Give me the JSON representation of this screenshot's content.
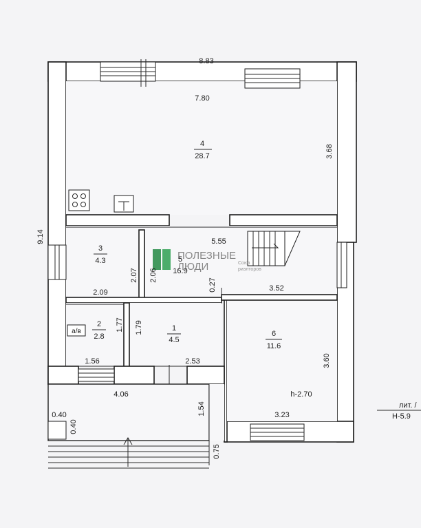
{
  "overall": {
    "width_top": "8.83",
    "height_left": "9.14"
  },
  "rooms": [
    {
      "id": "4",
      "area": "28.7"
    },
    {
      "id": "3",
      "area": "4.3"
    },
    {
      "id": "5",
      "area": "16.9"
    },
    {
      "id": "2",
      "area": "2.8"
    },
    {
      "id": "1",
      "area": "4.5"
    },
    {
      "id": "6",
      "area": "11.6"
    }
  ],
  "dims": {
    "d780": "7.80",
    "d368": "3.68",
    "d555": "5.55",
    "d207": "2.07",
    "d206": "2.06",
    "d209": "2.09",
    "d027": "0.27",
    "d352": "3.52",
    "d177": "1.77",
    "d179": "1.79",
    "d156": "1.56",
    "d253": "2.53",
    "d360": "3.60",
    "d406": "4.06",
    "d154": "1.54",
    "d040a": "0.40",
    "d040b": "0.40",
    "d075": "0.75",
    "d323": "3.23",
    "height": "h-2.70"
  },
  "labels": {
    "bath": "а/в",
    "lit": "лит. /",
    "h_total": "Н-5.9"
  },
  "watermark": {
    "line1": "ПОЛЕЗНЫЕ",
    "line2": "ЛЮДИ",
    "sub1": "Союз",
    "sub2": "риэлторов",
    "color": "#2f8f4e"
  }
}
